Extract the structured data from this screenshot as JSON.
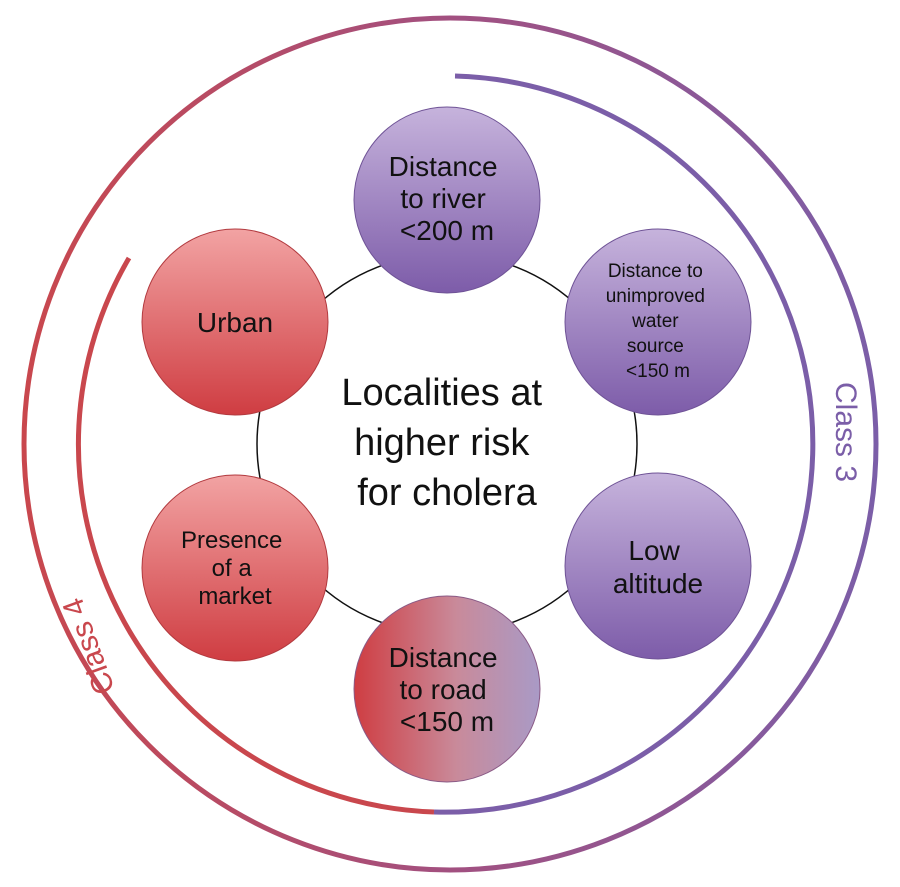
{
  "center": {
    "lines": [
      "Localities at",
      "higher risk",
      "for cholera"
    ]
  },
  "nodes": [
    {
      "id": "river",
      "lines": [
        "Distance",
        "to river",
        "<200 m"
      ],
      "class": "class-3"
    },
    {
      "id": "water",
      "lines": [
        "Distance to",
        "unimproved",
        "water",
        "source",
        "<150 m"
      ],
      "class": "class-3"
    },
    {
      "id": "altitude",
      "lines": [
        "Low",
        "altitude"
      ],
      "class": "class-3"
    },
    {
      "id": "road",
      "lines": [
        "Distance",
        "to road",
        "<150 m"
      ],
      "class": "both"
    },
    {
      "id": "market",
      "lines": [
        "Presence",
        "of a",
        "market"
      ],
      "class": "class-4"
    },
    {
      "id": "urban",
      "lines": [
        "Urban"
      ],
      "class": "class-4"
    }
  ],
  "classes": {
    "class3": {
      "label": "Class 3",
      "color": "#7b5ea8"
    },
    "class4": {
      "label": "Class 4",
      "color": "#c9474d"
    }
  },
  "colors": {
    "purple_light": "#c6b3dc",
    "purple_dark": "#7d5ca9",
    "red_light": "#f2a3a3",
    "red_dark": "#cf3d42",
    "outer_ring_left": "#c9474d",
    "outer_ring_right": "#7b5ea8"
  }
}
